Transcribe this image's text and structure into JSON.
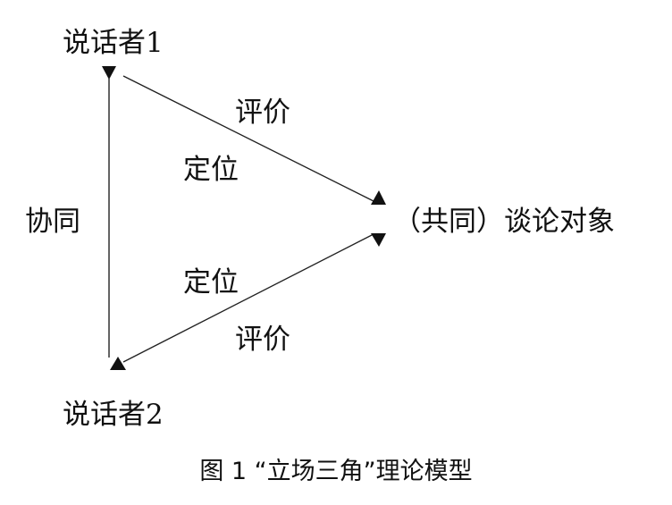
{
  "nodes": {
    "speaker1": "说话者1",
    "speaker2": "说话者2",
    "object": "（共同）谈论对象"
  },
  "edges": {
    "left_edge_label": "协同",
    "top_evaluate": "评价",
    "top_position": "定位",
    "bottom_position": "定位",
    "bottom_evaluate": "评价"
  },
  "caption": "图 1 “立场三角”理论模型"
}
